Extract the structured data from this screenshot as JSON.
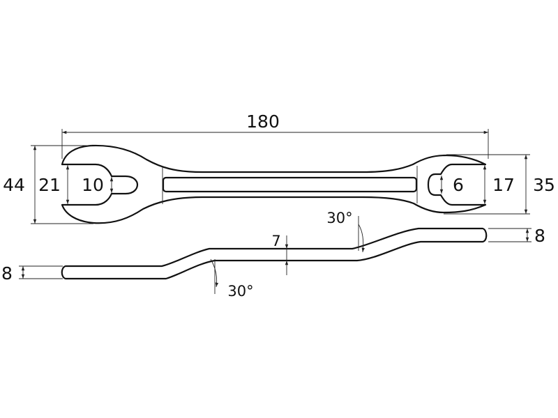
{
  "dimensions": {
    "overall_length": "180",
    "left_head_height": "44",
    "left_jaw_opening": "21",
    "left_slot_width": "10",
    "right_head_height": "35",
    "right_jaw_opening": "17",
    "right_slot_width": "6",
    "left_end_thickness": "8",
    "right_end_thickness": "8",
    "offset_height": "7",
    "left_bend_angle": "30°",
    "right_bend_angle": "30°"
  }
}
